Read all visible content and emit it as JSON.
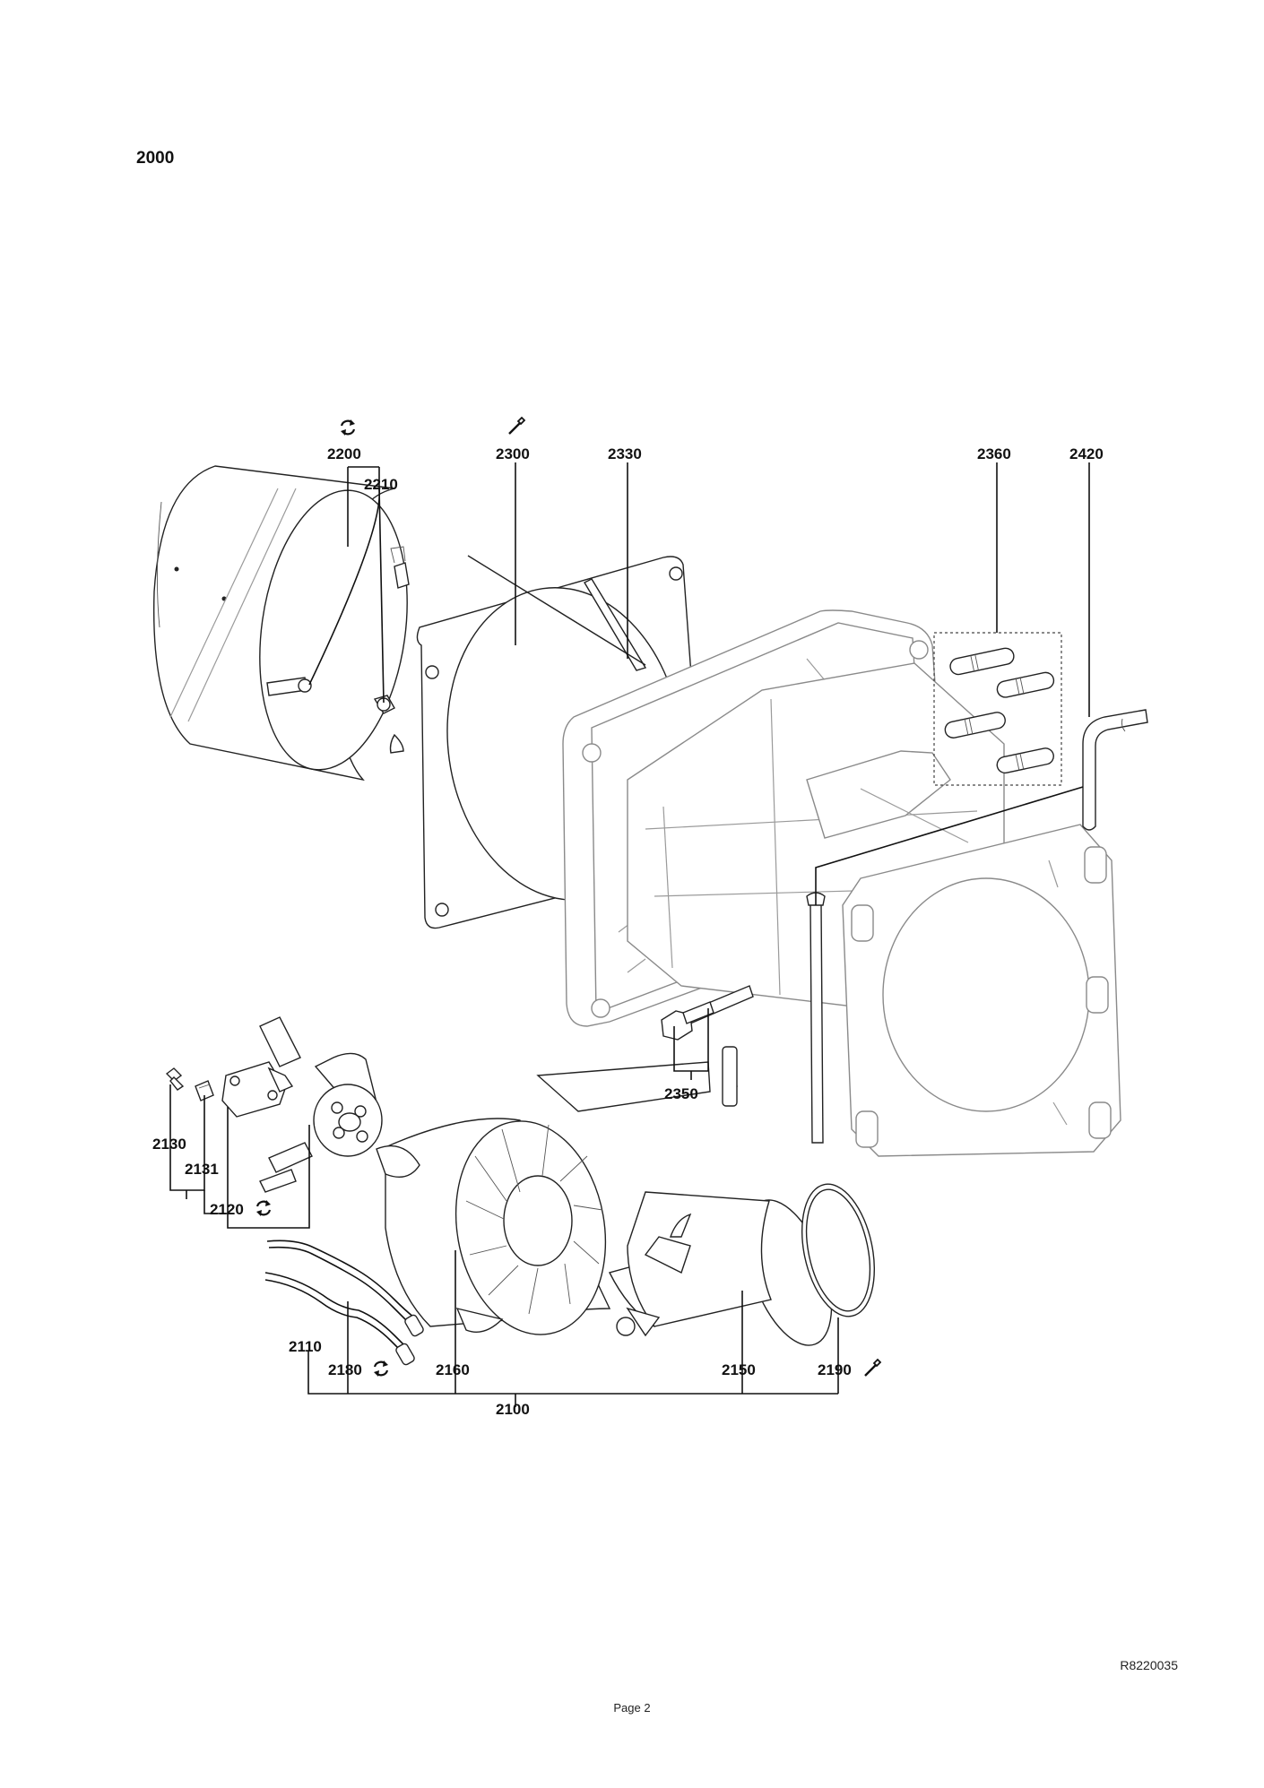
{
  "page_title": "2000",
  "reference_code": "R8220035",
  "page_number": "Page 2",
  "callouts": {
    "c2200": "2200",
    "c2210": "2210",
    "c2300": "2300",
    "c2330": "2330",
    "c2360": "2360",
    "c2420": "2420",
    "c2350": "2350",
    "c2130": "2130",
    "c2131": "2131",
    "c2120": "2120",
    "c2110": "2110",
    "c2180": "2180",
    "c2160": "2160",
    "c2150": "2150",
    "c2190": "2190",
    "c2100": "2100"
  },
  "symbols": {
    "c2200": "rotate-arrows-icon",
    "c2300": "wrench-icon",
    "c2120": "rotate-arrows-icon",
    "c2180": "rotate-arrows-icon",
    "c2190": "wrench-icon"
  }
}
